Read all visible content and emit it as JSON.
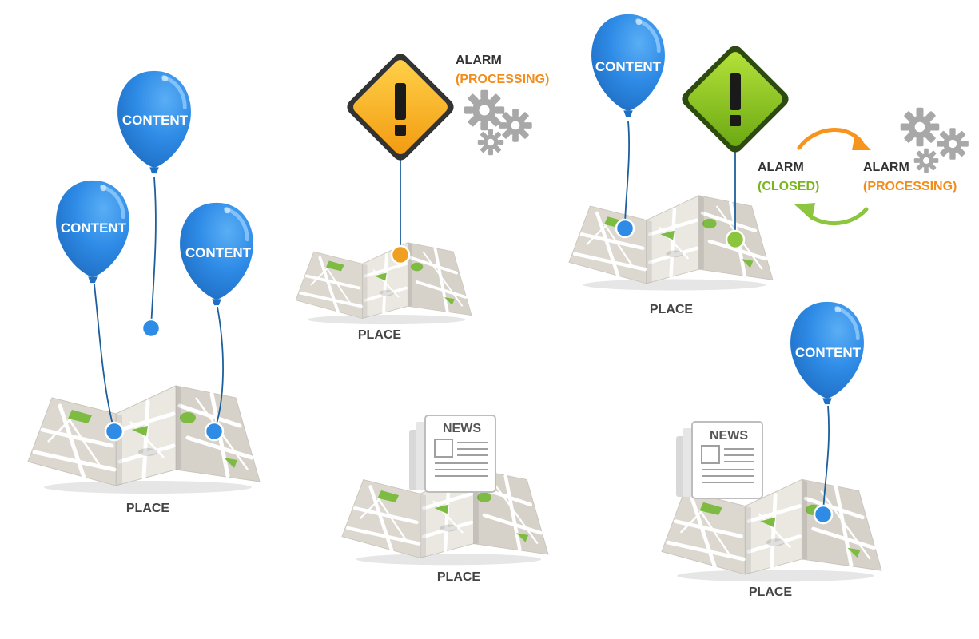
{
  "balloon_label": "CONTENT",
  "place_label": "PLACE",
  "news_label": "NEWS",
  "alarm": {
    "word": "ALARM",
    "processing": "(PROCESSING)",
    "closed": "(CLOSED)"
  },
  "colors": {
    "balloon": "#2e8be6",
    "balloon_dark": "#1f6fc4",
    "pin_blue": "#2e8be6",
    "pin_orange": "#f0a020",
    "pin_green": "#8cc63f",
    "sign_orange": "#f7b21b",
    "sign_green": "#8cc820",
    "processing_text": "#f28c1a",
    "closed_text": "#7ab51d",
    "cycle_orange": "#f7941d",
    "cycle_green": "#8cc63f",
    "gear": "#a8a8a8",
    "map_road": "#ffffff",
    "map_block": "#d8d4cc",
    "map_green": "#7dbb42"
  },
  "icons": [
    "balloon-icon",
    "map-icon",
    "warning-sign-icon",
    "gears-icon",
    "newspaper-icon",
    "cycle-arrow-icon",
    "pin-icon"
  ]
}
